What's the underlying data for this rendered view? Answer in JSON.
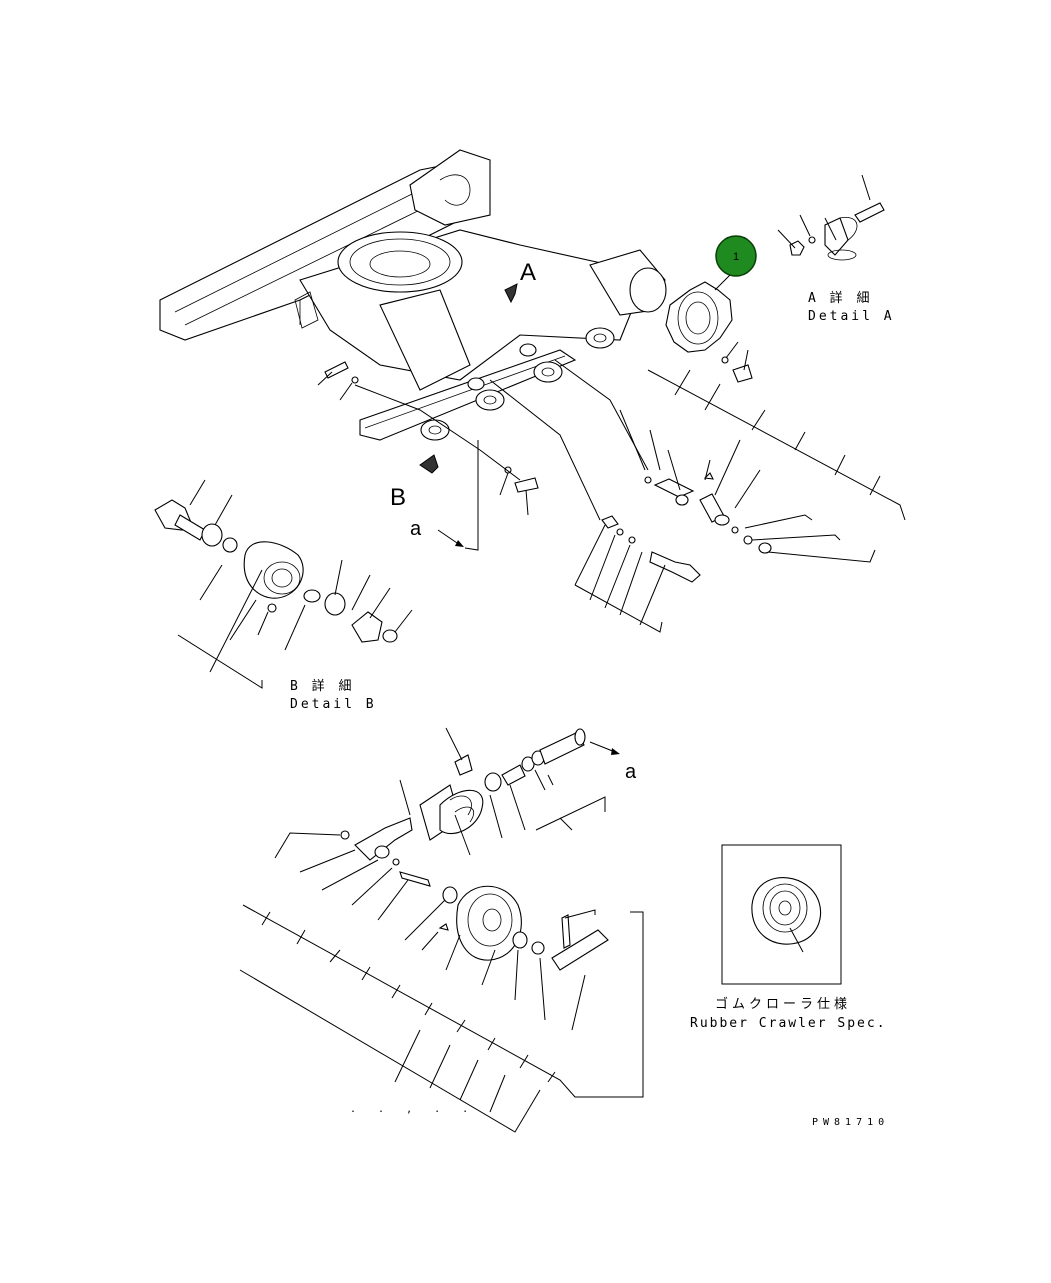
{
  "callout": {
    "number": "1",
    "color": "#1f8a1f",
    "border": "#0b3d0b"
  },
  "detail_a": {
    "jp": "A 詳 細",
    "en": "Detail A",
    "marker": "A"
  },
  "detail_b": {
    "jp": "B 詳 細",
    "en": "Detail B",
    "marker": "B"
  },
  "arrow_label_1": "a",
  "arrow_label_2": "a",
  "rubber": {
    "jp": "ゴムクローラ仕様",
    "en": "Rubber Crawler Spec."
  },
  "footer_marks": ". . , . .",
  "drawing_code": "PW81710"
}
